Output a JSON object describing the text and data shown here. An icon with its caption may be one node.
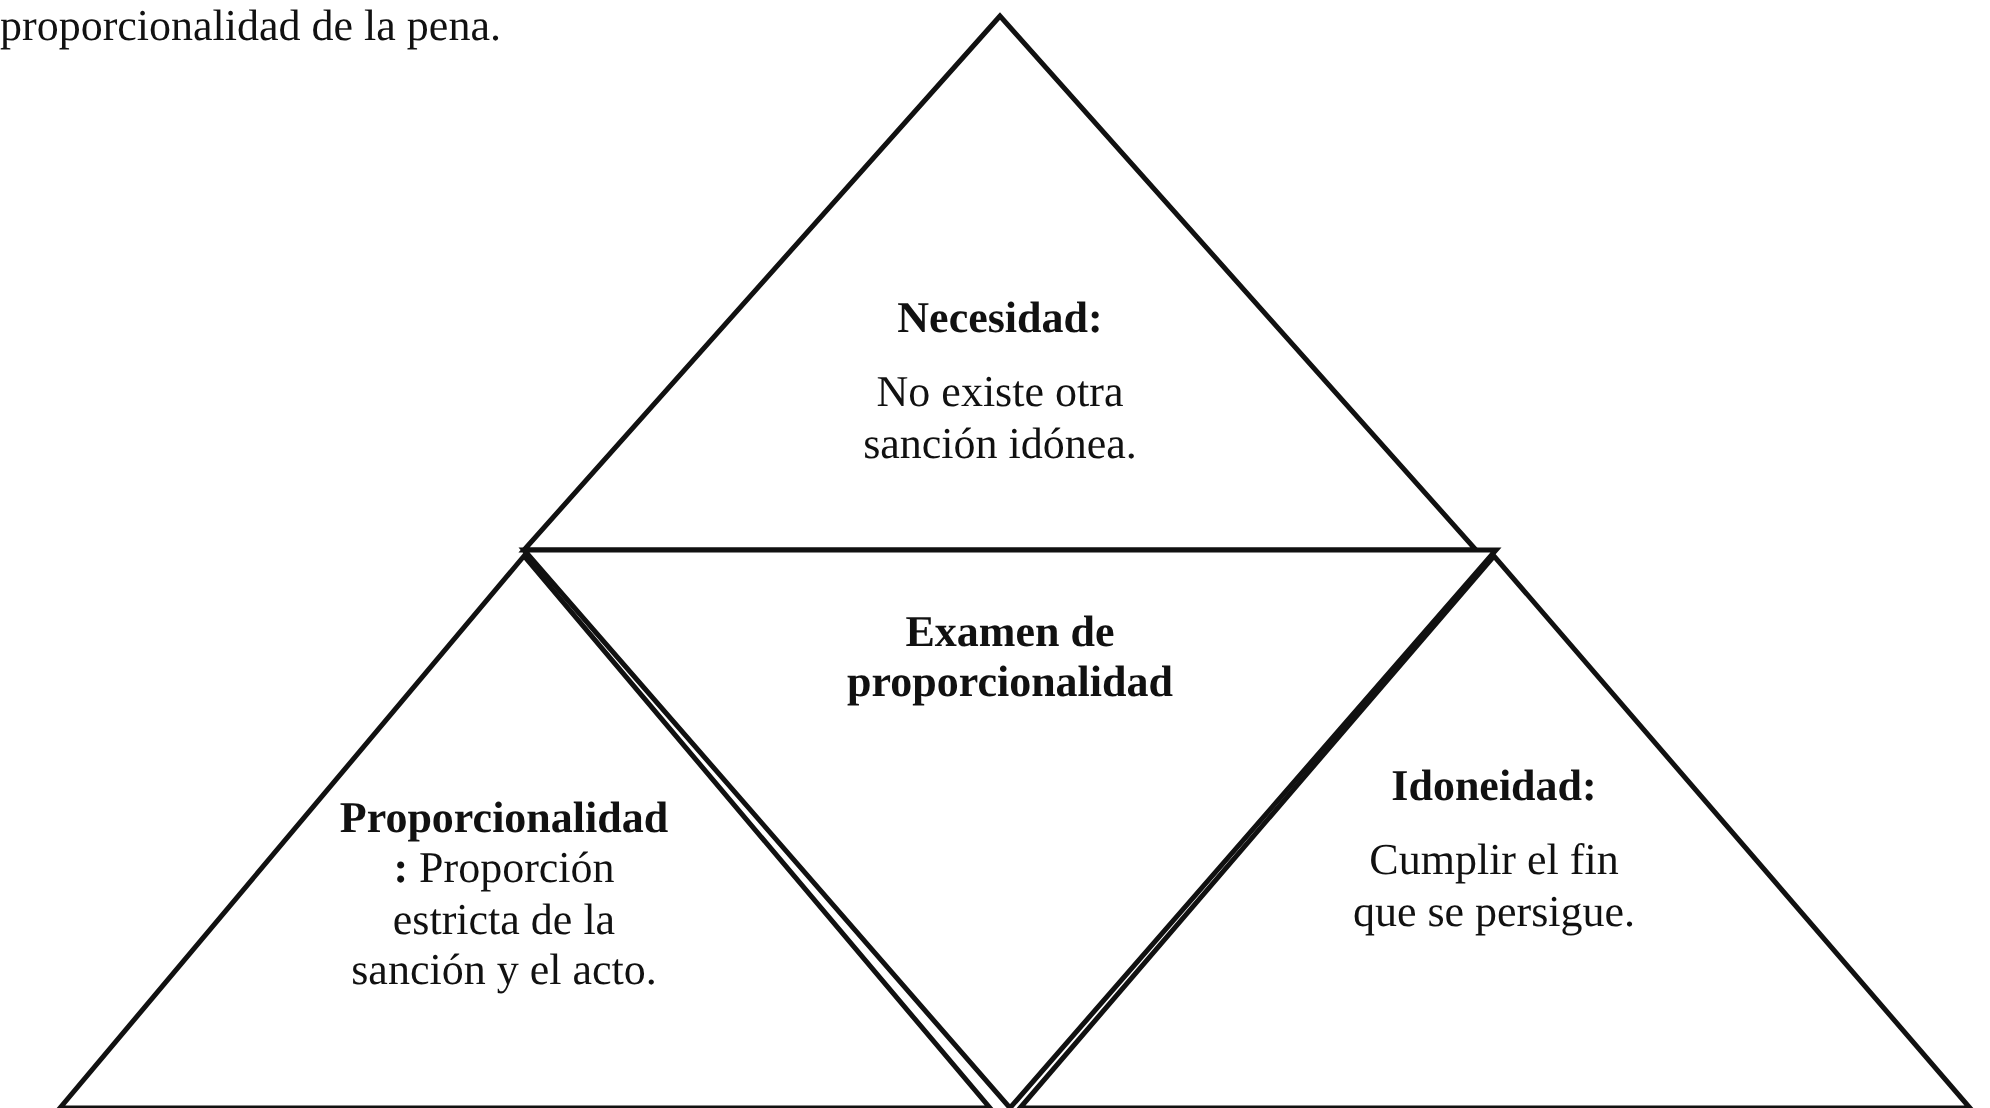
{
  "diagram": {
    "nodes": [
      {
        "text": [
          "Necesidad:",
          "No existe otra sanción idónea."
        ]
      },
      {
        "text": [
          "**Proporcionalidad:** Proporción estricta de la sanción y el acto."
        ]
      },
      {
        "text": [
          "Examen de proporcionalidad"
        ]
      },
      {
        "text": [
          "Idoneidad:",
          "Cumplir el fin que se persigue."
        ]
      }
    ],
    "labels": [
      "proporcionalidad de la pena."
    ]
  }
}
